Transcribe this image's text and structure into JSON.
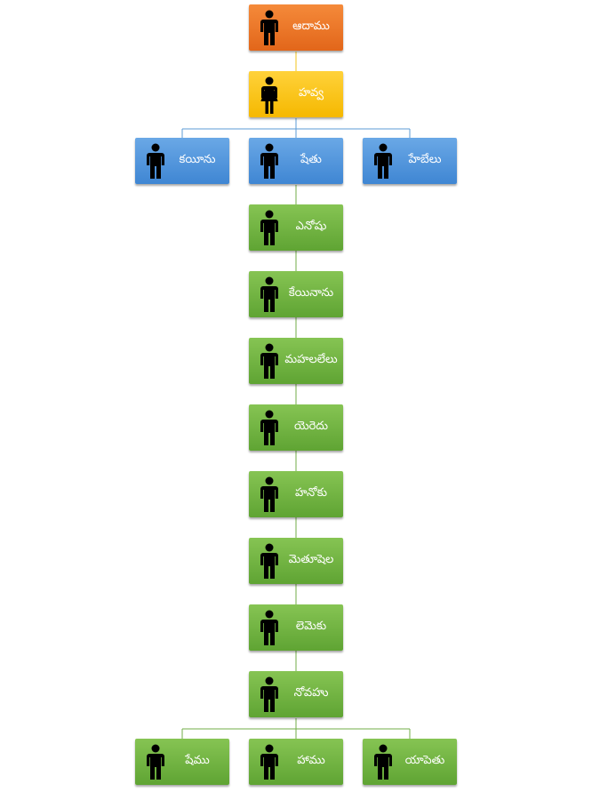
{
  "diagram": {
    "colors": {
      "orange": "#e96f20",
      "yellow": "#f9c300",
      "blue": "#4a90d9",
      "green": "#6db33f",
      "connector_yellow": "#f0c419",
      "connector_blue": "#5b9bd5",
      "connector_green": "#70ad47"
    },
    "nodes": [
      {
        "label": "ఆదాము",
        "color": "orange",
        "icon": "man-icon"
      },
      {
        "label": "హవ్వ",
        "color": "yellow",
        "icon": "woman-icon"
      },
      {
        "label": "కయీను",
        "color": "blue",
        "icon": "man-icon"
      },
      {
        "label": "షేతు",
        "color": "blue",
        "icon": "man-icon"
      },
      {
        "label": "హేబేలు",
        "color": "blue",
        "icon": "man-icon"
      },
      {
        "label": "ఎనోషు",
        "color": "green",
        "icon": "man-icon"
      },
      {
        "label": "కేయినాను",
        "color": "green",
        "icon": "man-icon"
      },
      {
        "label": "మహలలేలు",
        "color": "green",
        "icon": "man-icon"
      },
      {
        "label": "యెరెదు",
        "color": "green",
        "icon": "man-icon"
      },
      {
        "label": "హనోకు",
        "color": "green",
        "icon": "man-icon"
      },
      {
        "label": "మెతూషెల",
        "color": "green",
        "icon": "man-icon"
      },
      {
        "label": "లెమెకు",
        "color": "green",
        "icon": "man-icon"
      },
      {
        "label": "నోవహు",
        "color": "green",
        "icon": "man-icon"
      },
      {
        "label": "షేము",
        "color": "green",
        "icon": "man-icon"
      },
      {
        "label": "హాము",
        "color": "green",
        "icon": "man-icon"
      },
      {
        "label": "యాపెతు",
        "color": "green",
        "icon": "man-icon"
      }
    ]
  }
}
